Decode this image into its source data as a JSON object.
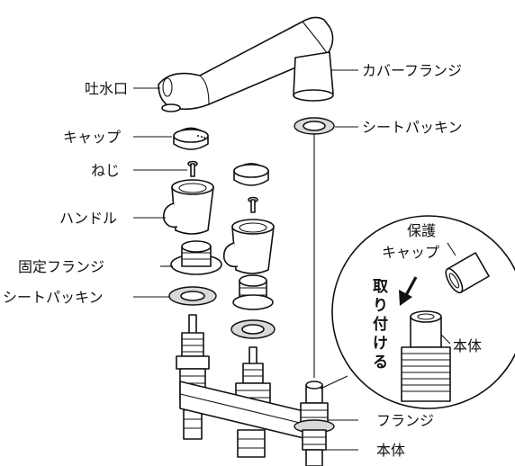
{
  "labels": {
    "spout": "吐水口",
    "cover_flange": "カバーフランジ",
    "cap": "キャップ",
    "seat_packing_right": "シートパッキン",
    "screw": "ねじ",
    "handle": "ハンドル",
    "fixed_flange": "固定フランジ",
    "seat_packing_left": "シートパッキン",
    "flange": "フランジ",
    "body": "本体"
  },
  "inset": {
    "protect_cap_line1": "保護",
    "protect_cap_line2": "キャップ",
    "attach": [
      "取",
      "り",
      "付",
      "け",
      "る"
    ],
    "body": "本体"
  }
}
